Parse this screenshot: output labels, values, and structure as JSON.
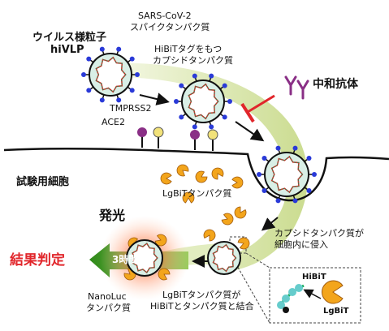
{
  "labels": {
    "vlp_title_1": "ウイルス様粒子",
    "vlp_title_2": "hiVLP",
    "spike_1": "SARS-CoV-2",
    "spike_2": "スパイクタンパク質",
    "capsid_1": "HiBiTタグをもつ",
    "capsid_2": "カプシドタンパク質",
    "antibody": "中和抗体",
    "tmprss2": "TMPRSS2",
    "ace2": "ACE2",
    "cell": "試験用細胞",
    "lgbit": "LgBiTタンパク質",
    "luminescence": "発光",
    "judgement": "結果判定",
    "arrow_time": "3時間",
    "entry_1": "カプシドタンパク質が",
    "entry_2": "細胞内に侵入",
    "binding_1": "LgBiTタンパク質が",
    "binding_2": "HiBiTとタンパク質と結合",
    "nanoluc_1": "NanoLuc",
    "nanoluc_2": "タンパク質",
    "inset_hibit": "HiBiT",
    "inset_lgbit": "LgBiT"
  },
  "colors": {
    "judgement_red": "#e1262b",
    "arrow_green": "#4a9a2a",
    "spike_blue": "#2a3ad8",
    "antibody_purple": "#8a2f86",
    "lgbit_orange": "#f3a51c",
    "glow_red": "#ff5a3c",
    "path_green": "#c5d883"
  },
  "icons": {
    "virus": "virus-particle-icon",
    "antibody": "antibody-y-icon",
    "receptor": "receptor-lollipop-icon",
    "lgbit": "pacman-lgbit-icon",
    "block": "t-bar-inhibition-icon"
  }
}
